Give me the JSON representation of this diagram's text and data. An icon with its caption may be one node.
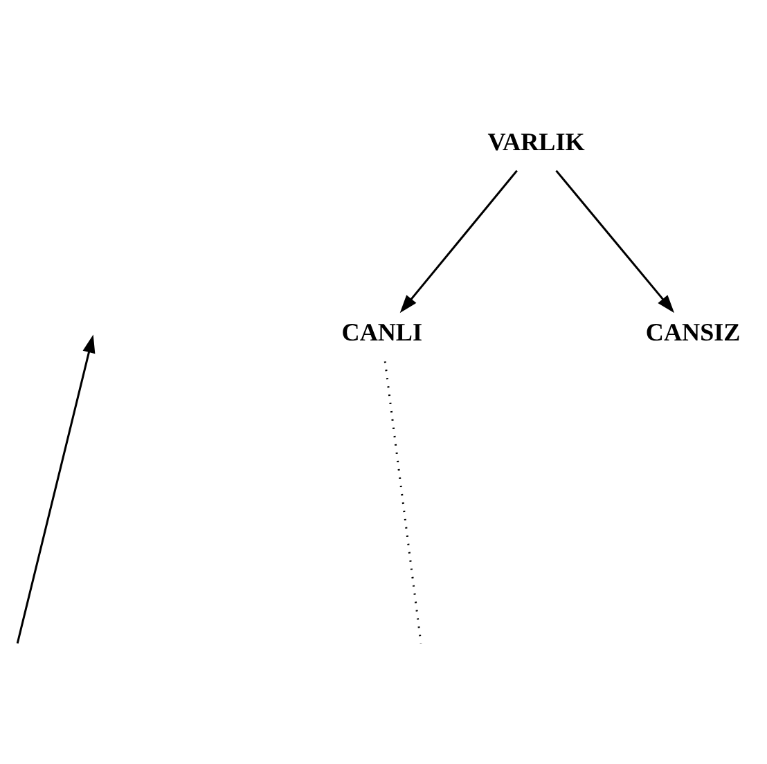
{
  "diagram": {
    "nodes": [
      {
        "text": [
          "VARLIK"
        ]
      },
      {
        "text": [
          "CANLI"
        ]
      },
      {
        "text": [
          "CANSIZ"
        ]
      }
    ],
    "edges": [
      {
        "from": 0,
        "to": 1,
        "arrow": "to"
      },
      {
        "from": 0,
        "to": 2,
        "arrow": "to"
      },
      {
        "from": 1,
        "to": null,
        "arrow": "none",
        "style": "dashed"
      }
    ]
  }
}
